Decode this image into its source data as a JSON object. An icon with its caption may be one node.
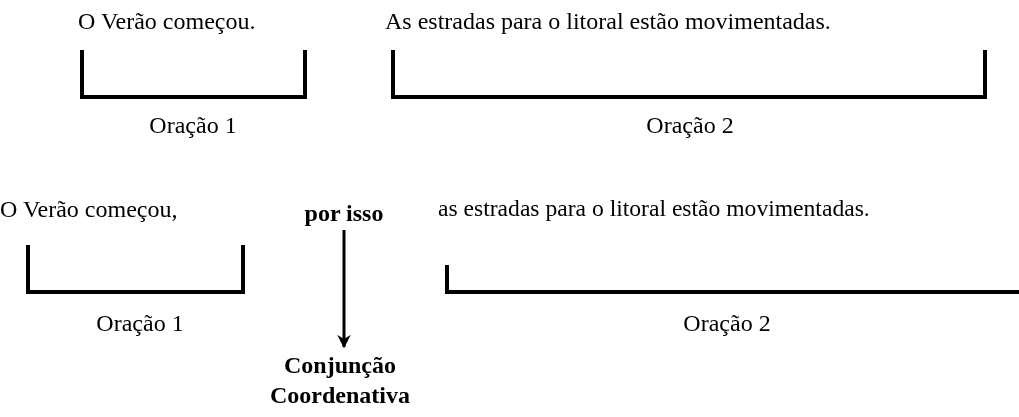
{
  "diagram": {
    "nodes": [
      {
        "text": [
          "por isso"
        ]
      },
      {
        "text": [
          "Conjunção Coordenativa"
        ]
      }
    ],
    "edges": [
      {
        "from": 0,
        "to": 1,
        "arrow": "to"
      }
    ],
    "labels": [
      "O Verão começou.",
      "As estradas para o litoral estão movimentadas.",
      "Oração 1",
      "Oração 2",
      "O Verão começou,",
      "as estradas para o litoral estão movimentadas.",
      "Oração 1",
      "Oração 2"
    ]
  }
}
